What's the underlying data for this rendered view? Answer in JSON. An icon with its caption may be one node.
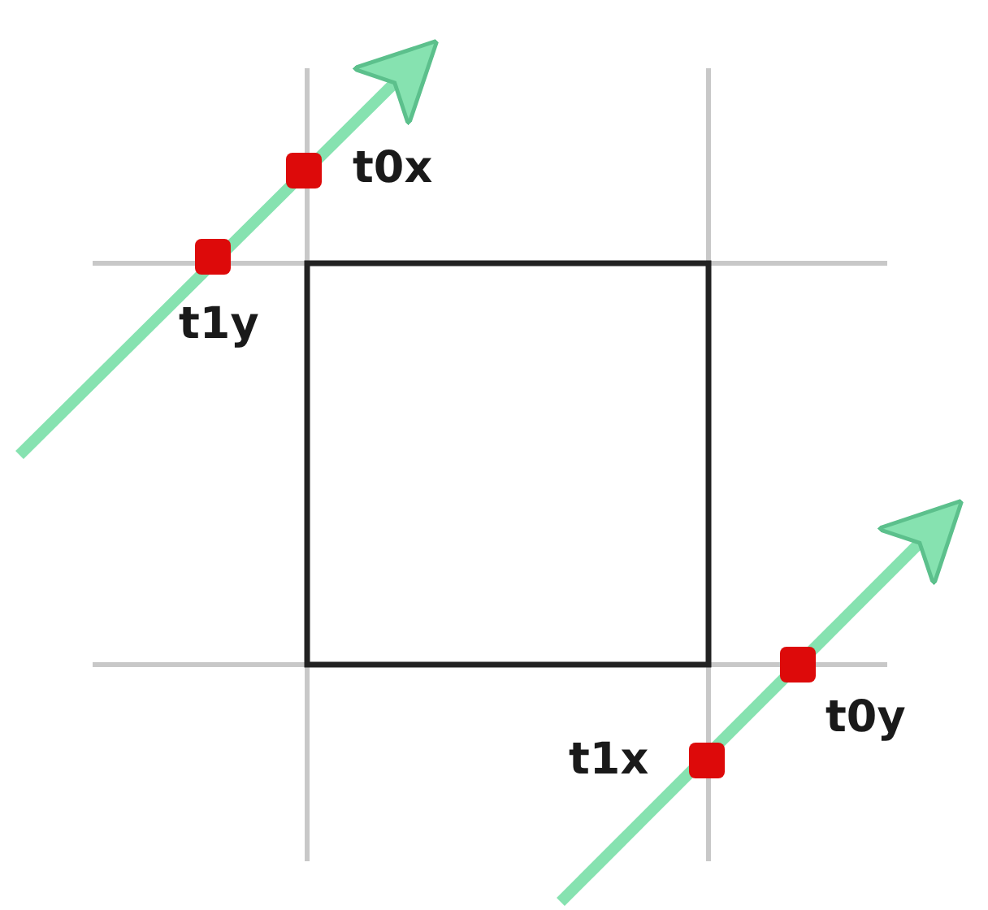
{
  "diagram": {
    "nodes": [
      {
        "text": [],
        "shape": "box"
      }
    ],
    "labels": [
      "t0x",
      "t1y",
      "t1x",
      "t0y"
    ]
  }
}
